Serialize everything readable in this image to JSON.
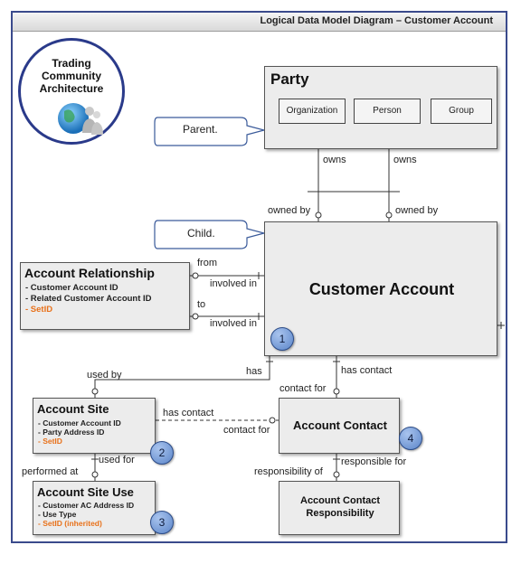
{
  "header": {
    "title": "Logical Data Model Diagram – Customer Account"
  },
  "logo": {
    "line1": "Trading",
    "line2": "Community",
    "line3": "Architecture"
  },
  "callouts": {
    "parent": "Parent.",
    "child": "Child."
  },
  "party": {
    "title": "Party",
    "subtypes": [
      "Organization",
      "Person",
      "Group"
    ]
  },
  "customer_account": {
    "title": "Customer Account",
    "badge": "1"
  },
  "account_relationship": {
    "title": "Account Relationship",
    "attributes": [
      "- Customer Account ID",
      "- Related Customer Account ID"
    ],
    "inherited": "- SetID"
  },
  "account_site": {
    "title": "Account Site",
    "attributes": [
      "- Customer Account ID",
      "- Party Address ID"
    ],
    "inherited": "- SetID",
    "badge": "2"
  },
  "account_site_use": {
    "title": "Account Site Use",
    "attributes": [
      "- Customer AC Address ID",
      "- Use Type"
    ],
    "inherited": "- SetID (inherited)",
    "badge": "3"
  },
  "account_contact": {
    "title": "Account Contact",
    "badge": "4"
  },
  "account_contact_responsibility": {
    "line1": "Account Contact",
    "line2": "Responsibility"
  },
  "relationships": {
    "owns_left": "owns",
    "owns_right": "owns",
    "owned_by_left": "owned by",
    "owned_by_right": "owned by",
    "from": "from",
    "to": "to",
    "involved_in_1": "involved in",
    "involved_in_2": "involved in",
    "used_by": "used by",
    "has": "has",
    "has_contact_ca": "has contact",
    "contact_for_ca": "contact for",
    "has_contact_site": "has contact",
    "contact_for_site": "contact for",
    "used_for": "used for",
    "performed_at": "performed at",
    "responsibility_of": "responsibility of",
    "responsible_for": "responsible for"
  }
}
